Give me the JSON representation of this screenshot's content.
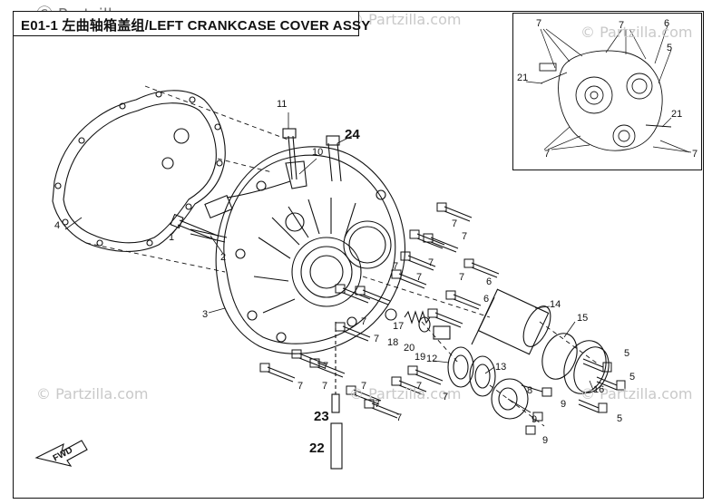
{
  "header": {
    "title": "E01-1 左曲轴箱盖组/LEFT CRANKCASE COVER  ASSY"
  },
  "watermarks": {
    "top_logo": "Ⓒ Partzilla.com",
    "repeat": "© Partzilla.com"
  },
  "callouts": {
    "c1": "1",
    "c2": "2",
    "c3": "3",
    "c4": "4",
    "c5a": "5",
    "c5b": "5",
    "c6a": "6",
    "c6b": "6",
    "c7": "7",
    "c8": "8",
    "c9": "9",
    "c10": "10",
    "c11": "11",
    "c12": "12",
    "c13": "13",
    "c14": "14",
    "c15": "15",
    "c16": "16",
    "c17": "17",
    "c18": "18",
    "c19": "19",
    "c20": "20",
    "c21": "21",
    "c22": "22",
    "c23": "23",
    "c24": "24"
  },
  "inset": {
    "c7": "7",
    "c6": "6",
    "c5": "5",
    "c21": "21"
  },
  "fwd_label": "FWD",
  "colors": {
    "line": "#111111",
    "watermark": "#c9c9c9"
  }
}
